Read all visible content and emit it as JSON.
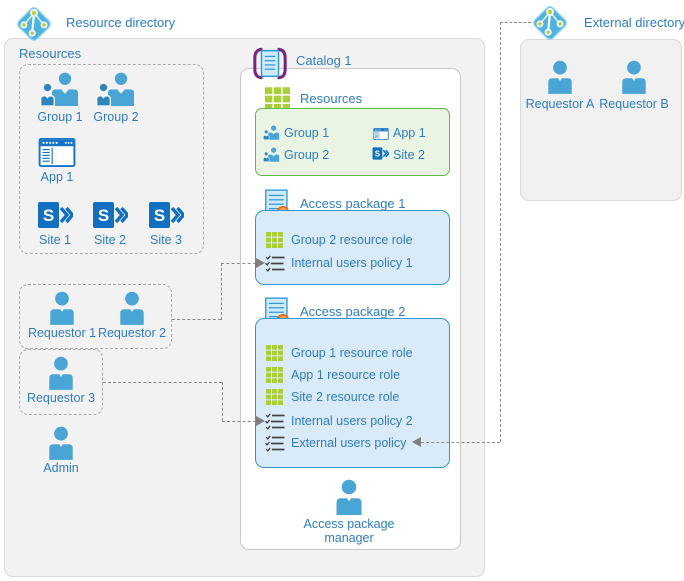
{
  "page": {
    "resource_directory_label": "Resource directory",
    "external_directory_label": "External directory"
  },
  "resource_directory": {
    "resources_label": "Resources",
    "group_labels": [
      "Group 1",
      "Group 2"
    ],
    "app_label": "App 1",
    "site_labels": [
      "Site 1",
      "Site 2",
      "Site 3"
    ],
    "requestor_labels": [
      "Requestor 1",
      "Requestor 2"
    ],
    "requestor3_label": "Requestor 3",
    "admin_label": "Admin"
  },
  "catalog": {
    "title": "Catalog 1",
    "resources": {
      "label": "Resources",
      "left": [
        "Group 1",
        "Group 2"
      ],
      "right": [
        "App 1",
        "Site 2"
      ]
    },
    "ap1": {
      "title": "Access package 1",
      "rows": [
        {
          "icon": "resource-role-grid-icon",
          "label": "Group 2 resource role"
        },
        {
          "icon": "policy-checklist-icon",
          "label": "Internal users policy 1"
        }
      ]
    },
    "ap2": {
      "title": "Access package 2",
      "rows": [
        {
          "icon": "resource-role-grid-icon",
          "label": "Group 1 resource role"
        },
        {
          "icon": "resource-role-grid-icon",
          "label": "App 1 resource role"
        },
        {
          "icon": "resource-role-grid-icon",
          "label": "Site 2 resource role"
        },
        {
          "icon": "policy-checklist-icon",
          "label": "Internal users policy 2"
        },
        {
          "icon": "policy-checklist-icon",
          "label": "External users policy"
        }
      ]
    },
    "manager_line1": "Access package",
    "manager_line2": "manager"
  },
  "external_directory": {
    "requestor_labels": [
      "Requestor A",
      "Requestor B"
    ]
  },
  "colors": {
    "label_blue": "#2E7DC2",
    "person_blue": "#49A5D6",
    "directory_icon_blue": "#4FB3E2",
    "directory_node_green": "#B8D432",
    "grid_green": "#A9CE37",
    "green_box_border": "#5CBB49",
    "green_box_fill": "#E9F5E2",
    "package_box_fill": "#D9EBF8",
    "package_box_border": "#2E97D6",
    "site_blue": "#1170C1",
    "catalog_brace_purple": "#7A2384",
    "badge_orange": "#F6851F",
    "ribbon_purple": "#8C4799",
    "connector_gray": "#8A8A8A"
  }
}
